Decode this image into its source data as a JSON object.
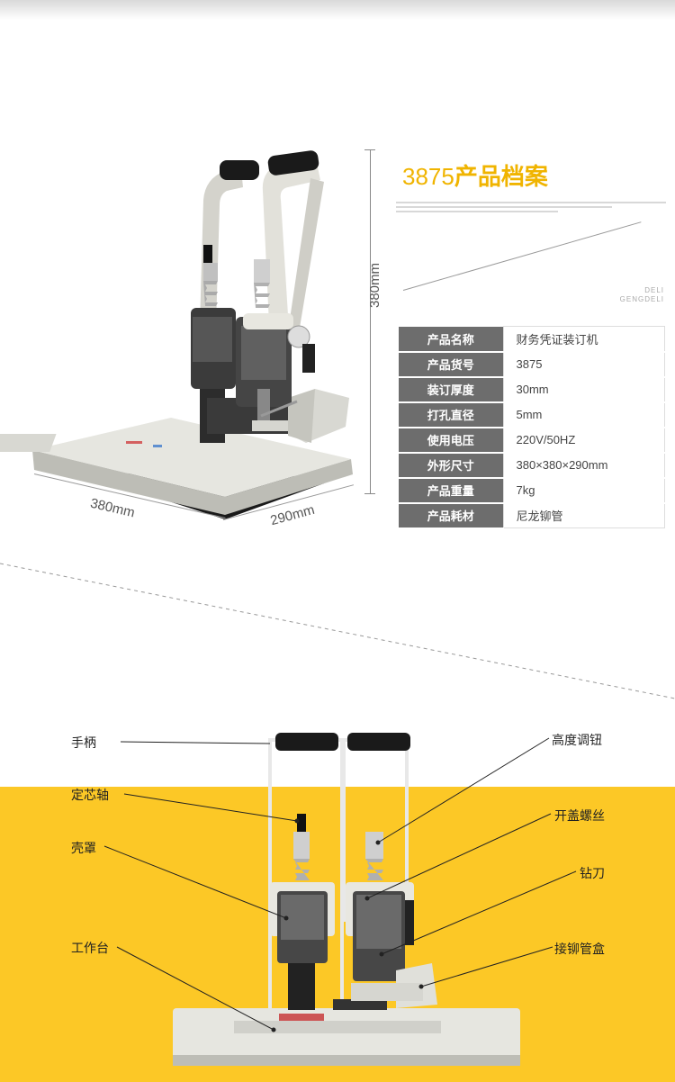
{
  "top": {
    "dimensions": {
      "height": "380mm",
      "length": "380mm",
      "width": "290mm"
    },
    "archive_title_num": "3875",
    "archive_title_cn": "产品档案",
    "brand_line1": "DELI",
    "brand_line2": "GENGDELI",
    "specs": [
      {
        "key": "产品名称",
        "value": "财务凭证装订机"
      },
      {
        "key": "产品货号",
        "value": "3875"
      },
      {
        "key": "装订厚度",
        "value": "30mm"
      },
      {
        "key": "打孔直径",
        "value": "5mm"
      },
      {
        "key": "使用电压",
        "value": "220V/50HZ"
      },
      {
        "key": "外形尺寸",
        "value": "380×380×290mm"
      },
      {
        "key": "产品重量",
        "value": "7kg"
      },
      {
        "key": "产品耗材",
        "value": "尼龙铆管"
      }
    ]
  },
  "parts": {
    "left": [
      "手柄",
      "定芯轴",
      "壳罩",
      "工作台"
    ],
    "right": [
      "高度调钮",
      "开盖螺丝",
      "钻刀",
      "接铆管盒"
    ]
  },
  "colors": {
    "accent": "#f0b400",
    "band": "#fcc826",
    "table_key_bg": "#6d6d6d"
  }
}
